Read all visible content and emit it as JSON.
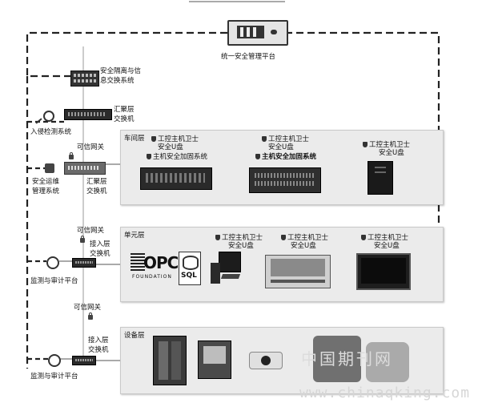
{
  "platform": {
    "label": "统一安全管理平台"
  },
  "isolation": {
    "label_line1": "安全隔离与信",
    "label_line2": "息交换系统"
  },
  "aggregation_top": {
    "label_line1": "汇聚层",
    "label_line2": "交换机"
  },
  "intrusion": {
    "label": "入侵检测系统"
  },
  "trusted_gateway": {
    "label": "可信网关"
  },
  "ops": {
    "label_line1": "安全运维",
    "label_line2": "管理系统"
  },
  "aggregation_bottom": {
    "label_line1": "汇聚层",
    "label_line2": "交换机"
  },
  "workshop": {
    "title": "车间层",
    "host_guard": "工控主机卫士",
    "usb": "安全U盘",
    "hardening": "主机安全加固系统"
  },
  "unit": {
    "title": "单元层",
    "host_guard": "工控主机卫士",
    "usb": "安全U盘",
    "opc_line1": "OPC",
    "opc_line2": "FOUNDATION",
    "sql": "SQL"
  },
  "access_top": {
    "label_line1": "接入层",
    "label_line2": "交换机"
  },
  "monitor_top": {
    "label": "监测与审计平台"
  },
  "trusted_gateway_2": {
    "label": "可信网关"
  },
  "device": {
    "title": "设备层"
  },
  "access_bottom": {
    "label_line1": "接入层",
    "label_line2": "交换机"
  },
  "monitor_bottom": {
    "label": "监测与审计平台"
  },
  "watermark": {
    "cn": "中国期刊网",
    "url": "www.chinaqking.com"
  }
}
